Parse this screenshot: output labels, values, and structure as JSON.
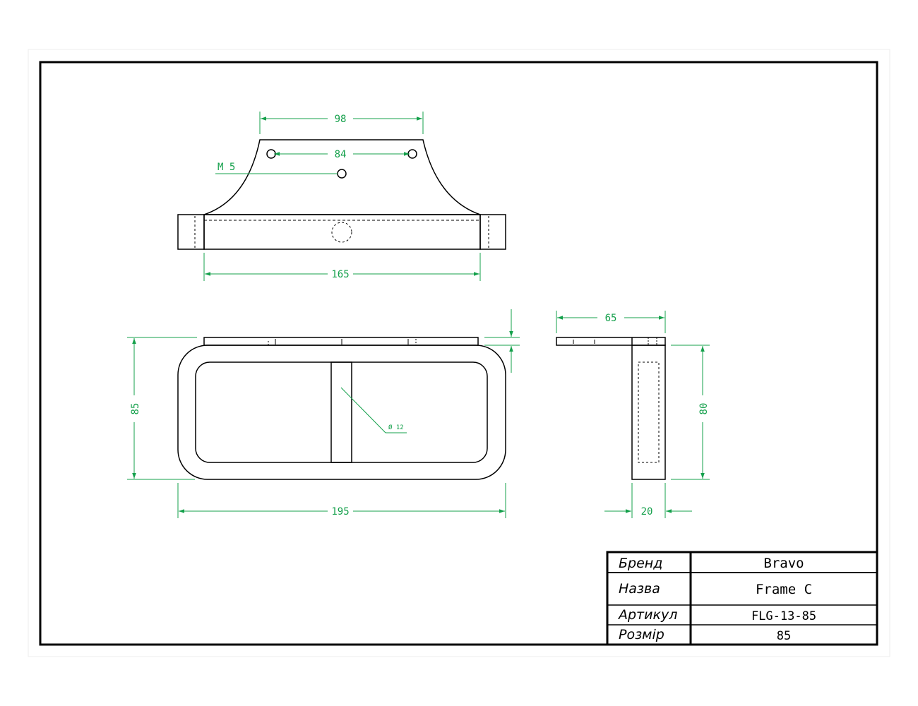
{
  "drawing": {
    "dimensions": {
      "top_width": "98",
      "hole_spacing": "84",
      "thread": "M 5",
      "bottom_width": "165",
      "side_width": "65",
      "height_85": "85",
      "diameter": "Ø 12",
      "height_80": "80",
      "overall_width": "195",
      "thickness": "20"
    }
  },
  "title_block": {
    "rows": [
      {
        "label": "Бренд",
        "value": "Bravo"
      },
      {
        "label": "Назва",
        "value": "Frame C"
      },
      {
        "label": "Артикул",
        "value": "FLG-13-85"
      },
      {
        "label": "Розмір",
        "value": "85"
      }
    ]
  },
  "colors": {
    "line": "#000000",
    "dimension": "#14a04b",
    "background": "#ffffff"
  }
}
